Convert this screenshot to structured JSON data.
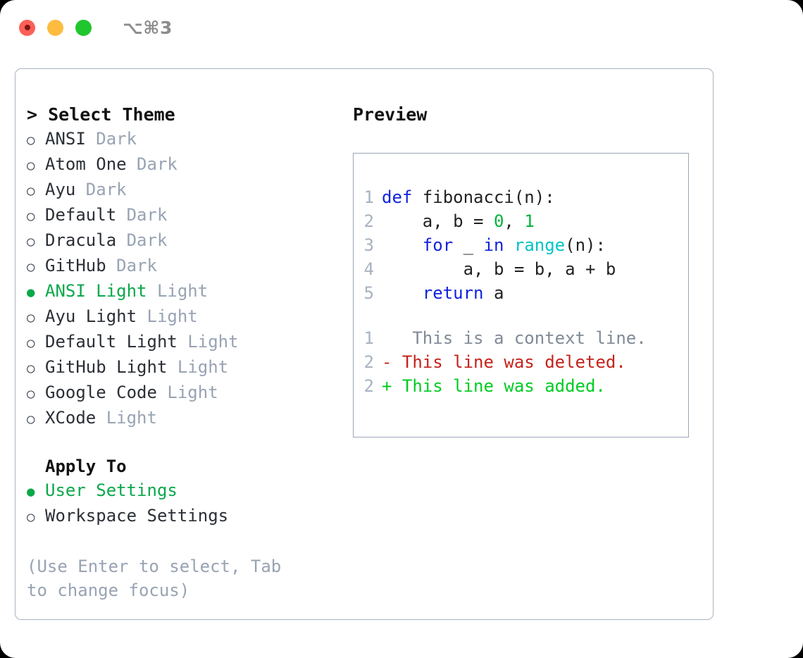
{
  "titlebar": {
    "shortcut": "⌥⌘3",
    "buttons": [
      {
        "name": "close",
        "color": "#fc6058"
      },
      {
        "name": "minimize",
        "color": "#fdbc40"
      },
      {
        "name": "maximize",
        "color": "#1fc62e"
      }
    ]
  },
  "theme_panel": {
    "heading": "> Select Theme",
    "options": [
      {
        "marker": "○",
        "label": "ANSI",
        "suffix": " Dark",
        "selected": false
      },
      {
        "marker": "○",
        "label": "Atom One",
        "suffix": " Dark",
        "selected": false
      },
      {
        "marker": "○",
        "label": "Ayu",
        "suffix": " Dark",
        "selected": false
      },
      {
        "marker": "○",
        "label": "Default",
        "suffix": " Dark",
        "selected": false
      },
      {
        "marker": "○",
        "label": "Dracula",
        "suffix": " Dark",
        "selected": false
      },
      {
        "marker": "○",
        "label": "GitHub",
        "suffix": " Dark",
        "selected": false
      },
      {
        "marker": "●",
        "label": "ANSI Light",
        "suffix": " Light",
        "selected": true
      },
      {
        "marker": "○",
        "label": "Ayu Light",
        "suffix": " Light",
        "selected": false
      },
      {
        "marker": "○",
        "label": "Default Light",
        "suffix": " Light",
        "selected": false
      },
      {
        "marker": "○",
        "label": "GitHub Light",
        "suffix": " Light",
        "selected": false
      },
      {
        "marker": "○",
        "label": "Google Code",
        "suffix": " Light",
        "selected": false
      },
      {
        "marker": "○",
        "label": "XCode",
        "suffix": " Light",
        "selected": false
      }
    ],
    "apply_to": {
      "title": "Apply To",
      "options": [
        {
          "marker": "●",
          "label": "User Settings",
          "suffix": "",
          "selected": true
        },
        {
          "marker": "○",
          "label": "Workspace Settings",
          "suffix": "",
          "selected": false
        }
      ]
    },
    "hint": "(Use Enter to select, Tab to change focus)"
  },
  "preview": {
    "heading": "Preview",
    "code_lines": [
      {
        "lineno": "1",
        "tokens": [
          {
            "text": "def ",
            "type": "kw"
          },
          {
            "text": "fibonacci(n):",
            "type": "plain"
          }
        ]
      },
      {
        "lineno": "2",
        "tokens": [
          {
            "text": "    a, b = ",
            "type": "plain"
          },
          {
            "text": "0",
            "type": "num"
          },
          {
            "text": ", ",
            "type": "plain"
          },
          {
            "text": "1",
            "type": "num"
          }
        ]
      },
      {
        "lineno": "3",
        "tokens": [
          {
            "text": "    ",
            "type": "plain"
          },
          {
            "text": "for",
            "type": "kw"
          },
          {
            "text": " _ ",
            "type": "plain"
          },
          {
            "text": "in",
            "type": "kw"
          },
          {
            "text": " ",
            "type": "plain"
          },
          {
            "text": "range",
            "type": "fn"
          },
          {
            "text": "(n):",
            "type": "plain"
          }
        ]
      },
      {
        "lineno": "4",
        "tokens": [
          {
            "text": "        a, b = b, a + b",
            "type": "plain"
          }
        ]
      },
      {
        "lineno": "5",
        "tokens": [
          {
            "text": "    ",
            "type": "plain"
          },
          {
            "text": "return",
            "type": "kw"
          },
          {
            "text": " a",
            "type": "plain"
          }
        ]
      }
    ],
    "diff_lines": [
      {
        "lineno": "1",
        "marker": " ",
        "text": "  This is a context line.",
        "type": "context"
      },
      {
        "lineno": "2",
        "marker": "-",
        "text": " This line was deleted.",
        "type": "del"
      },
      {
        "lineno": "2",
        "marker": "+",
        "text": " This line was added.",
        "type": "add"
      }
    ]
  },
  "colors": {
    "accent_green": "#0aa84a",
    "muted": "#98a3b3",
    "keyword_blue": "#1122dd",
    "function_teal": "#00c5c7",
    "number_green": "#00b33c",
    "diff_delete_red": "#c4231a",
    "diff_add_green": "#00cc22",
    "border": "#a9b3c1"
  }
}
